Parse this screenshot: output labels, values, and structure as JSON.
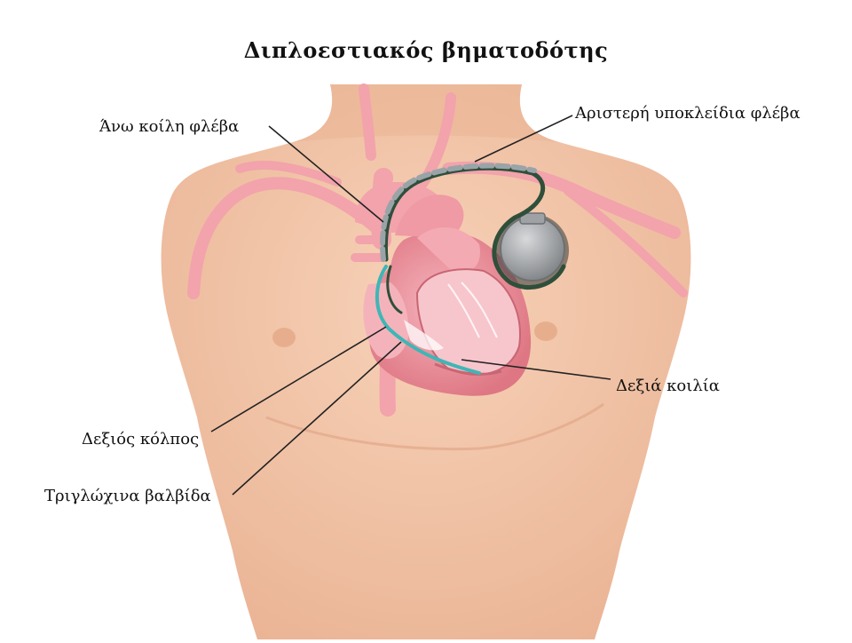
{
  "diagram": {
    "title": "Διπλοεστιακός βηματοδότης",
    "labels": {
      "svc": "Άνω κοίλη φλέβα",
      "left_subclavian": "Αριστερή υποκλείδια φλέβα",
      "right_ventricle": "Δεξιά κοιλία",
      "right_atrium": "Δεξιός κόλπος",
      "tricuspid": "Τριγλώχινα βαλβίδα"
    }
  },
  "colors": {
    "skin": "#f2c4a6",
    "vessel": "#f2a3ab",
    "heart": "#ec8e99",
    "lead_teal": "#3fb6b6",
    "lead_dark": "#2f4f3b",
    "device": "#8f9295"
  }
}
